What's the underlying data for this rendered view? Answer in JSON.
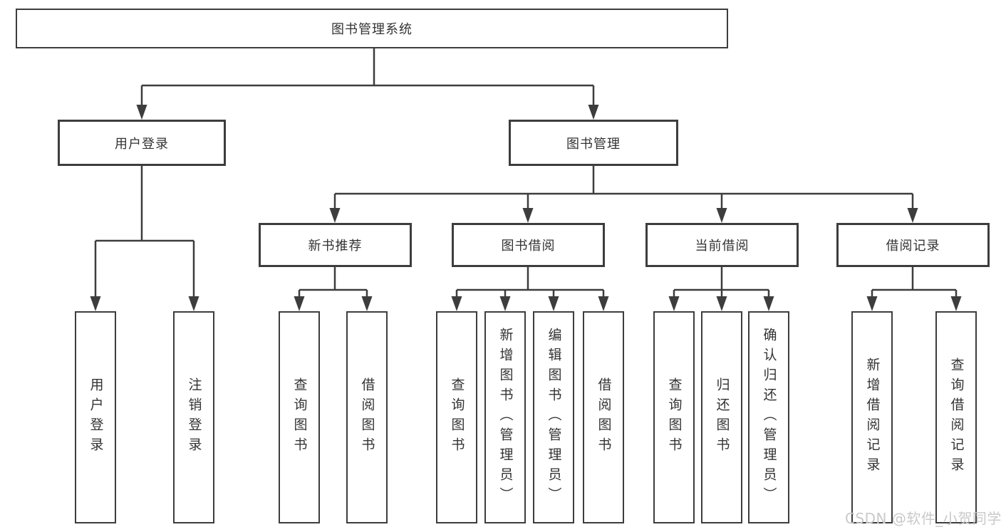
{
  "diagram": {
    "title": "图书管理系统",
    "level2": {
      "user_login": "用户登录",
      "book_management": "图书管理"
    },
    "level3": {
      "new_book_recommend": "新书推荐",
      "book_borrow": "图书借阅",
      "current_borrow": "当前借阅",
      "borrow_record": "借阅记录"
    },
    "leaves": {
      "ul_login": "用户登录",
      "ul_logout": "注销登录",
      "nb_query": "查询图书",
      "nb_borrow": "借阅图书",
      "bb_query": "查询图书",
      "bb_add": "新增图书（管理员）",
      "bb_edit": "编辑图书（管理员）",
      "bb_borrow": "借阅图书",
      "cb_query": "查询图书",
      "cb_return": "归还图书",
      "cb_confirm": "确认归还（管理员）",
      "br_add": "新增借阅记录",
      "br_query": "查询借阅记录"
    }
  },
  "watermark": "CSDN @软件_小贺同学",
  "colors": {
    "line": "#3d3d3d",
    "text": "#333333",
    "background": "#ffffff",
    "watermark": "#c9c9c9"
  }
}
